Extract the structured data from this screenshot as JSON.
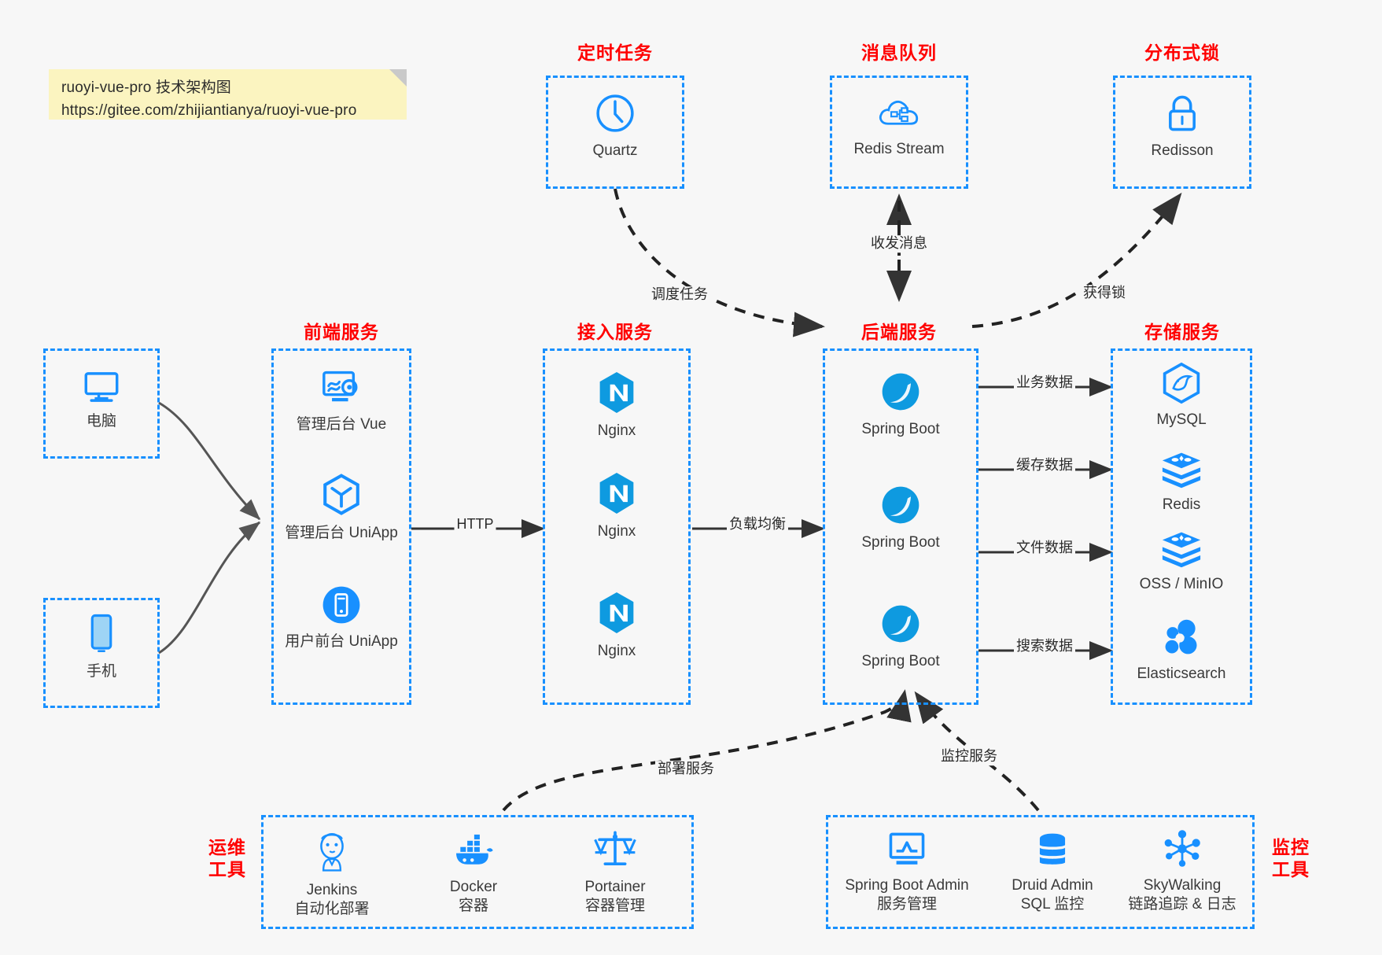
{
  "note": {
    "line1": "ruoyi-vue-pro 技术架构图",
    "line2": "https://gitee.com/zhijiantianya/ruoyi-vue-pro"
  },
  "colors": {
    "accent": "#1890ff",
    "caption": "#ff0000",
    "edge": "#333333",
    "background": "#f7f7f7",
    "note_bg": "#fbf4c0"
  },
  "captions": {
    "scheduled_task": "定时任务",
    "message_queue": "消息队列",
    "distributed_lock": "分布式锁",
    "frontend_service": "前端服务",
    "gateway_service": "接入服务",
    "backend_service": "后端服务",
    "storage_service": "存储服务",
    "ops_tools": "运维\n工具",
    "ops_tools_l1": "运维",
    "ops_tools_l2": "工具",
    "monitor_tools_l1": "监控",
    "monitor_tools_l2": "工具"
  },
  "nodes": {
    "quartz": "Quartz",
    "redis_stream": "Redis Stream",
    "redisson": "Redisson",
    "computer": "电脑",
    "phone": "手机",
    "admin_vue": "管理后台 Vue",
    "admin_uniapp": "管理后台 UniApp",
    "user_uniapp": "用户前台 UniApp",
    "nginx1": "Nginx",
    "nginx2": "Nginx",
    "nginx3": "Nginx",
    "springboot1": "Spring Boot",
    "springboot2": "Spring Boot",
    "springboot3": "Spring Boot",
    "mysql": "MySQL",
    "redis": "Redis",
    "oss_minio": "OSS / MinIO",
    "elasticsearch": "Elasticsearch",
    "jenkins": "Jenkins",
    "jenkins_sub": "自动化部署",
    "docker": "Docker",
    "docker_sub": "容器",
    "portainer": "Portainer",
    "portainer_sub": "容器管理",
    "sba": "Spring Boot Admin",
    "sba_sub": "服务管理",
    "druid": "Druid Admin",
    "druid_sub": "SQL 监控",
    "skywalking": "SkyWalking",
    "skywalking_sub": "链路追踪 & 日志"
  },
  "edge_labels": {
    "schedule_task": "调度任务",
    "send_receive_message": "收发消息",
    "acquire_lock": "获得锁",
    "http": "HTTP",
    "load_balance": "负载均衡",
    "business_data": "业务数据",
    "cache_data": "缓存数据",
    "file_data": "文件数据",
    "search_data": "搜索数据",
    "deploy_service": "部署服务",
    "monitor_service": "监控服务"
  }
}
